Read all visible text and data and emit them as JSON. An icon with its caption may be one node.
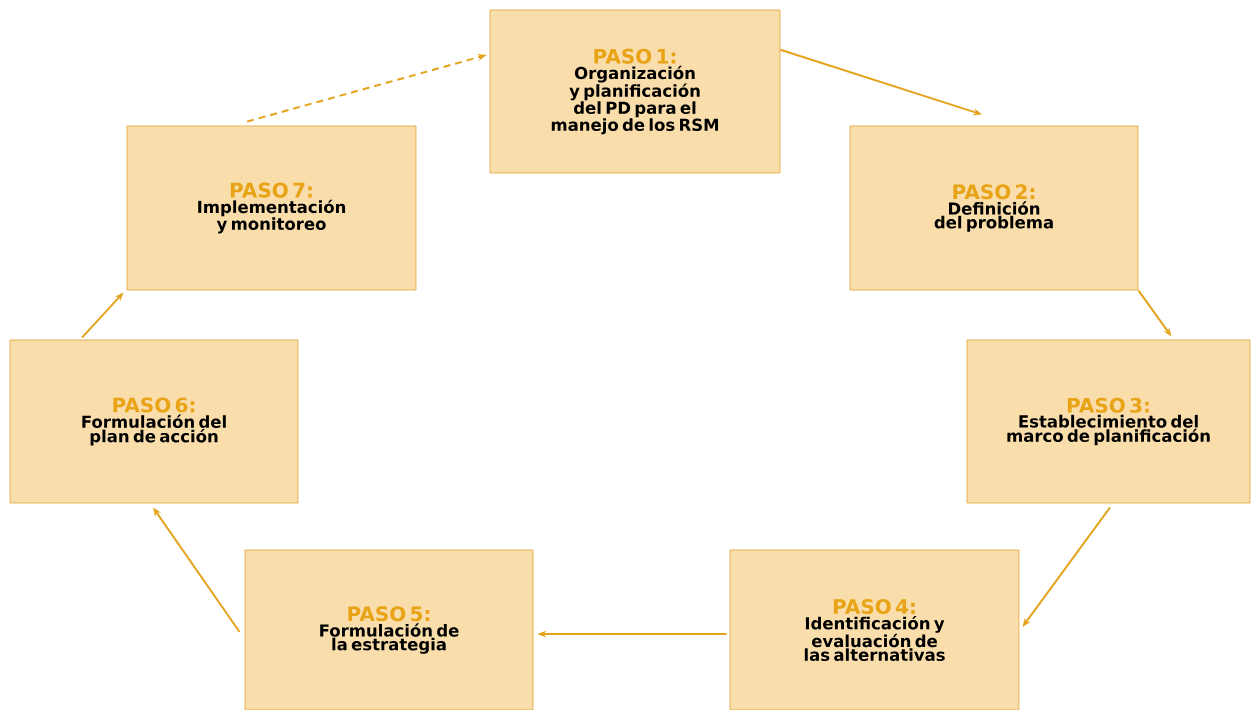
{
  "diagram": {
    "nodes": [
      {
        "text": [
          "PASO 1:",
          "Organización y planificación del PD para el manejo de los RSM"
        ]
      },
      {
        "text": [
          "PASO 2:",
          "Definición del problema"
        ]
      },
      {
        "text": [
          "PASO 3:",
          "Establecimiento del marco de planificación"
        ]
      },
      {
        "text": [
          "PASO 4:",
          "Identificación y evaluación de las alternativas"
        ]
      },
      {
        "text": [
          "PASO 5:",
          "Formulación de la estrategia"
        ]
      },
      {
        "text": [
          "PASO 6:",
          "Formulación del plan de acción"
        ]
      },
      {
        "text": [
          "PASO 7:",
          "Implementación y monitoreo"
        ]
      }
    ],
    "edges": [
      {
        "from": 0,
        "to": 1,
        "arrow": "to"
      },
      {
        "from": 1,
        "to": 2,
        "arrow": "to"
      },
      {
        "from": 2,
        "to": 3,
        "arrow": "to"
      },
      {
        "from": 3,
        "to": 4,
        "arrow": "to"
      },
      {
        "from": 4,
        "to": 5,
        "arrow": "to"
      },
      {
        "from": 5,
        "to": 6,
        "arrow": "to"
      },
      {
        "from": 6,
        "to": 0,
        "arrow": "to",
        "style": "dashed"
      }
    ]
  }
}
